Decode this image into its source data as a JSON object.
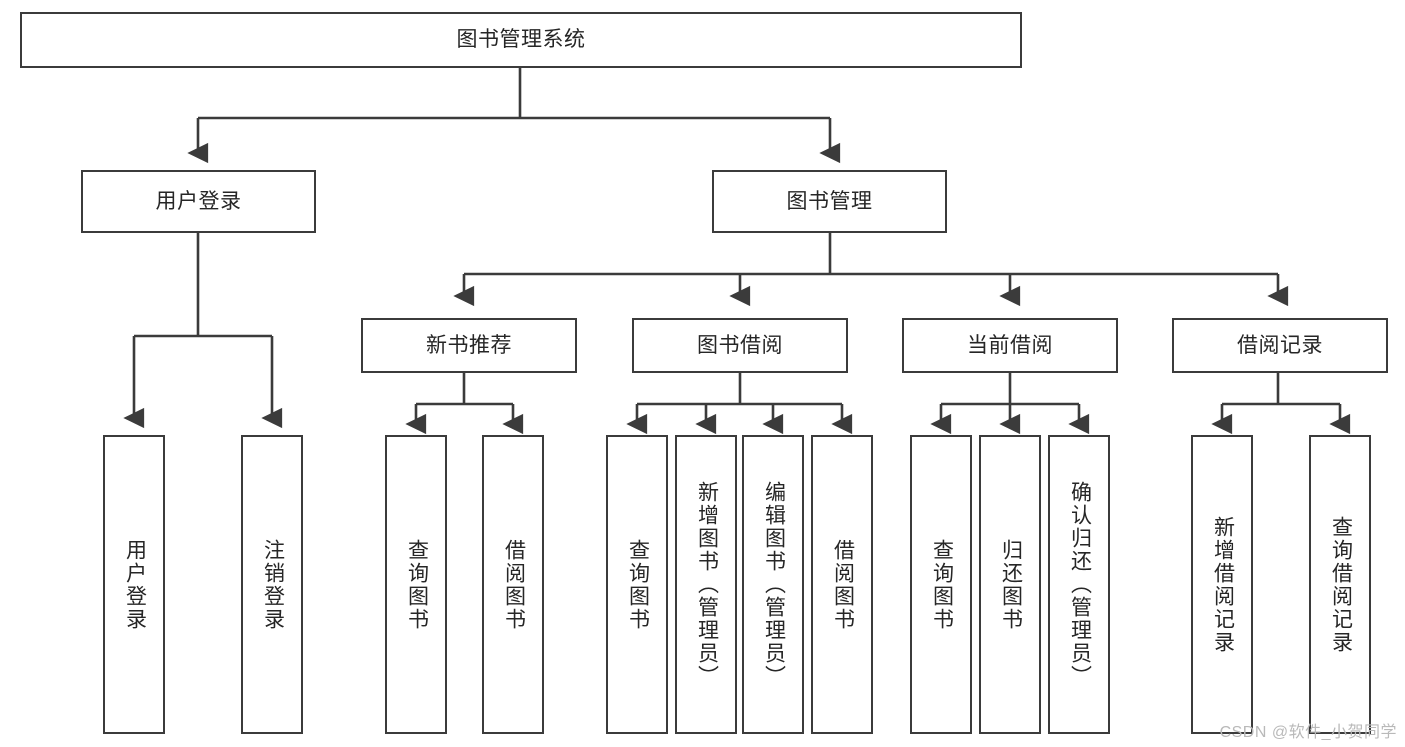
{
  "diagram": {
    "type": "tree",
    "title": "图书管理系统",
    "root": {
      "label": "图书管理系统",
      "children": [
        {
          "label": "用户登录",
          "children": [
            {
              "label": "用户登录"
            },
            {
              "label": "注销登录"
            }
          ]
        },
        {
          "label": "图书管理",
          "children": [
            {
              "label": "新书推荐",
              "children": [
                {
                  "label": "查询图书"
                },
                {
                  "label": "借阅图书"
                }
              ]
            },
            {
              "label": "图书借阅",
              "children": [
                {
                  "label": "查询图书"
                },
                {
                  "label": "新增图书（管理员）"
                },
                {
                  "label": "编辑图书（管理员）"
                },
                {
                  "label": "借阅图书"
                }
              ]
            },
            {
              "label": "当前借阅",
              "children": [
                {
                  "label": "查询图书"
                },
                {
                  "label": "归还图书"
                },
                {
                  "label": "确认归还（管理员）"
                }
              ]
            },
            {
              "label": "借阅记录",
              "children": [
                {
                  "label": "新增借阅记录"
                },
                {
                  "label": "查询借阅记录"
                }
              ]
            }
          ]
        }
      ]
    },
    "nodes": {
      "root": "图书管理系统",
      "l1_user_login": "用户登录",
      "l1_book_mgmt": "图书管理",
      "l2_new_book_rec": "新书推荐",
      "l2_book_borrow": "图书借阅",
      "l2_current_borrow": "当前借阅",
      "l2_borrow_record": "借阅记录",
      "leaf_user_login": "用户登录",
      "leaf_user_logout": "注销登录",
      "leaf_rec_query_book": "查询图书",
      "leaf_rec_borrow_book": "借阅图书",
      "leaf_borrow_query_book": "查询图书",
      "leaf_borrow_add_book": "新增图书（管理员）",
      "leaf_borrow_edit_book": "编辑图书（管理员）",
      "leaf_borrow_borrow_book": "借阅图书",
      "leaf_cur_query_book": "查询图书",
      "leaf_cur_return_book": "归还图书",
      "leaf_cur_confirm_return": "确认归还（管理员）",
      "leaf_rec_add_record": "新增借阅记录",
      "leaf_rec_query_record": "查询借阅记录"
    },
    "colors": {
      "border": "#3b3b3b",
      "text": "#262626",
      "background": "#ffffff",
      "watermark": "#b9b9b9"
    }
  },
  "watermark": {
    "text": "CSDN @软件_小贺同学"
  }
}
